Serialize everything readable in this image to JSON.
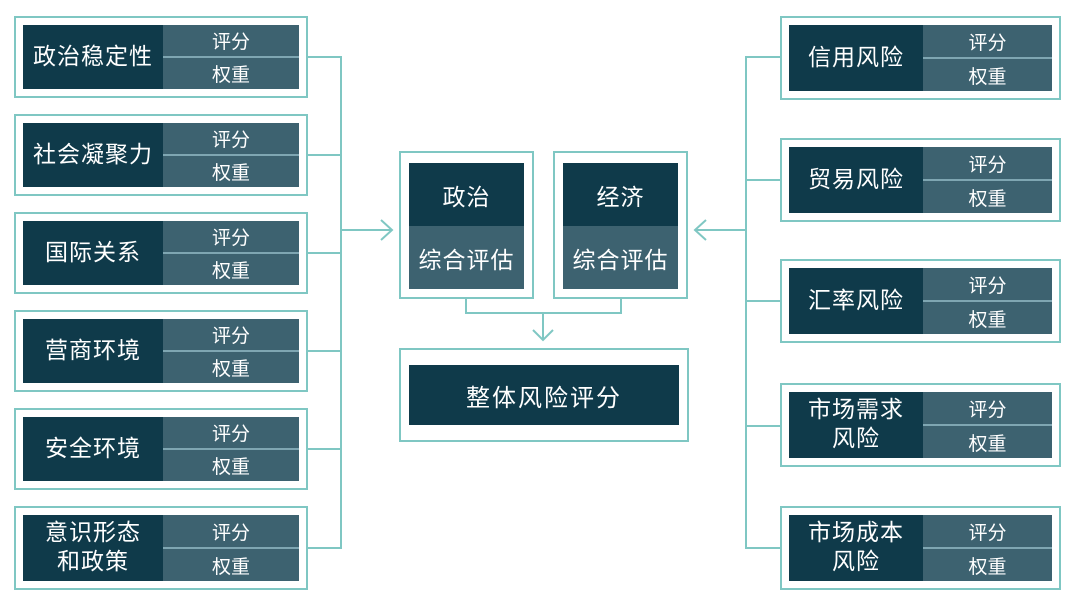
{
  "left_factors": [
    {
      "name": "政治稳定性",
      "score_label": "评分",
      "weight_label": "权重"
    },
    {
      "name": "社会凝聚力",
      "score_label": "评分",
      "weight_label": "权重"
    },
    {
      "name": "国际关系",
      "score_label": "评分",
      "weight_label": "权重"
    },
    {
      "name": "营商环境",
      "score_label": "评分",
      "weight_label": "权重"
    },
    {
      "name": "安全环境",
      "score_label": "评分",
      "weight_label": "权重"
    },
    {
      "name": "意识形态\n和政策",
      "score_label": "评分",
      "weight_label": "权重"
    }
  ],
  "right_factors": [
    {
      "name": "信用风险",
      "score_label": "评分",
      "weight_label": "权重"
    },
    {
      "name": "贸易风险",
      "score_label": "评分",
      "weight_label": "权重"
    },
    {
      "name": "汇率风险",
      "score_label": "评分",
      "weight_label": "权重"
    },
    {
      "name": "市场需求\n风险",
      "score_label": "评分",
      "weight_label": "权重"
    },
    {
      "name": "市场成本\n风险",
      "score_label": "评分",
      "weight_label": "权重"
    }
  ],
  "political_panel": {
    "title": "政治",
    "subtitle": "综合评估"
  },
  "economic_panel": {
    "title": "经济",
    "subtitle": "综合评估"
  },
  "overall": {
    "label": "整体风险评分"
  },
  "colors": {
    "border": "#7fc7c3",
    "dark": "#0f3a4a",
    "mid": "#3d6270",
    "connector": "#7fc7c3"
  }
}
